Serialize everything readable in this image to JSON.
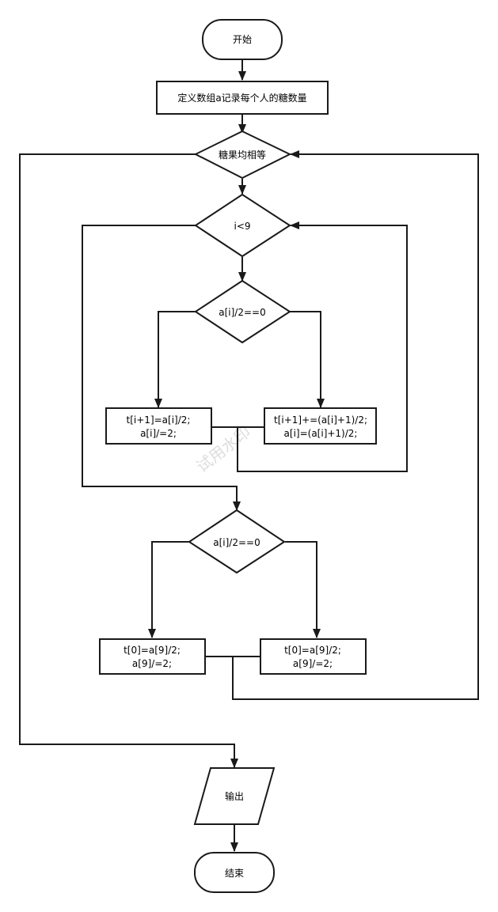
{
  "nodes": {
    "start": "开始",
    "define": "定义数组a记录每个人的糖数量",
    "all_equal": "糖果均相等",
    "loop_cond": "i<9",
    "even_check_1": "a[i]/2==0",
    "even_branch_1": [
      "t[i+1]=a[i]/2;",
      "a[i]/=2;"
    ],
    "odd_branch_1": [
      "t[i+1]+=(a[i]+1)/2;",
      "a[i]=(a[i]+1)/2;"
    ],
    "even_check_2": "a[i]/2==0",
    "even_branch_2": [
      "t[0]=a[9]/2;",
      "a[9]/=2;"
    ],
    "odd_branch_2": [
      "t[0]=a[9]/2;",
      "a[9]/=2;"
    ],
    "output": "输出",
    "end": "结束"
  },
  "watermark": "试用水印",
  "colors": {
    "stroke": "#1a1a1a",
    "fill": "#ffffff",
    "watermark": "#dddddd"
  }
}
